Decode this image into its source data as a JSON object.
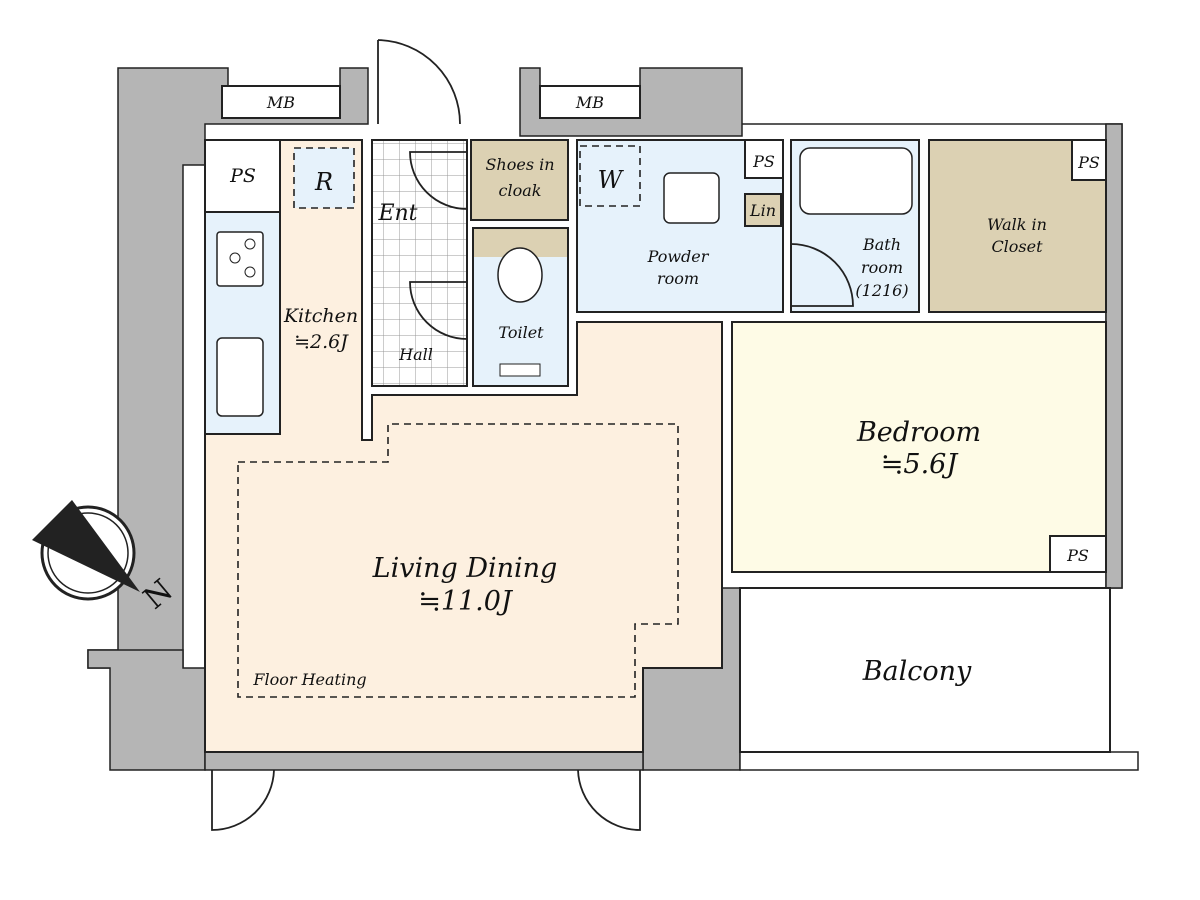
{
  "rooms": {
    "mb_left": "MB",
    "mb_right": "MB",
    "ps_kitchen": "PS",
    "fridge": "R",
    "entrance": "Ent",
    "hall": "Hall",
    "shoes_cloak": [
      "Shoes in",
      "cloak"
    ],
    "toilet": "Toilet",
    "washer": "W",
    "powder_room": [
      "Powder",
      "room"
    ],
    "ps_powder": "PS",
    "linen": "Lin",
    "bathroom": [
      "Bath",
      "room",
      "(1216)"
    ],
    "walk_in_closet": [
      "Walk in",
      "Closet"
    ],
    "ps_closet": "PS",
    "kitchen": {
      "name": "Kitchen",
      "area": "≒2.6J"
    },
    "living_dining": {
      "name": "Living Dining",
      "area": "≒11.0J"
    },
    "floor_heating": "Floor Heating",
    "bedroom": {
      "name": "Bedroom",
      "area": "≒5.6J"
    },
    "ps_bedroom": "PS",
    "balcony": "Balcony"
  },
  "compass": {
    "label": "N"
  },
  "colors": {
    "wall": "#b5b5b5",
    "living": "#fdf0e0",
    "wet": "#e6f2fb",
    "storage": "#dcd1b3",
    "bedroom": "#fefbe6"
  }
}
